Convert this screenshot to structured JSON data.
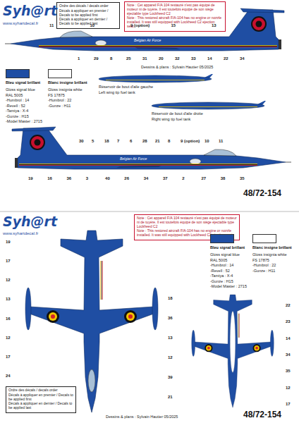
{
  "diagram": {
    "nodes": [
      {
        "text": [
          "Ordre des décals / decals order",
          "Décals à appliquer en premier / Decals to be applied first",
          "Décals à appliquer en dernier / Decals to be applied last"
        ]
      },
      {
        "text": [
          "Note : Cet appareil F/A 104 restauré n'est pas équipé de moteur ni de tuyère. Il est toutefois équipé de son siège éjectable type Lockheed C2",
          "Note : This restored aircraft F/A-104 has no engine or nozzle installed. It was still equipped with Lockheed C2 ejection seat."
        ]
      },
      {
        "text": [
          "Note : Cet appareil F/A 104 restauré n'est pas équipé de moteur ni de tuyère. Il est toutefois équipé de son siège éjectable type Lockheed C2",
          "Note : This restored aircraft F/A-104 has no engine or nozzle installed. It was still equipped with Lockheed C2 ejection seat."
        ]
      },
      {
        "text": [
          "Ordre des décals / decals order",
          "Décals à appliquer en premier / Decals to be applied first",
          "Décals à appliquer en dernier / Decals to be applied last"
        ]
      }
    ],
    "labels": [
      "www.syhartdecal.fr",
      "Syh@rt",
      "Dessins & plans : Sylvain Hautier 05/2025",
      "Réservoir de bout d'aile gauche",
      "Left wing tip fuel tank",
      "Réservoir de bout d'aile droite",
      "Right wing tip fuel tank",
      "Gloss signal blue",
      "RAL 5005",
      "-Humbrol : 14",
      "-Revell : 52",
      "-Tamiya : X-4",
      "-Gunze : H15",
      "-Model Master : 2715",
      "Gloss insignia white",
      "FS 17875",
      "-Humbrol : 22",
      "-Gunze : H11",
      "48/72-154",
      "Belgian Air Force",
      "Belgian Air Force",
      "11",
      "10",
      "9 (option)",
      "15",
      "13",
      "1",
      "29",
      "8",
      "25",
      "31",
      "20",
      "32",
      "33",
      "14",
      "22",
      "34",
      "30",
      "5",
      "18",
      "7",
      "6",
      "28",
      "21",
      "8",
      "9 (option)",
      "10",
      "11",
      "19",
      "16",
      "36",
      "3",
      "40",
      "26",
      "34",
      "37",
      "2",
      "27",
      "38",
      "35",
      "www.syhartdecal.fr",
      "Syh@rt",
      "Dessins & plans : Sylvain Hautier 05/2025",
      "48/72-154",
      "Gloss signal blue",
      "RAL 5005",
      "-Humbrol : 14",
      "-Revell : 52",
      "-Tamiya : X-4",
      "-Gunze : H15",
      "-Model Master : 2715",
      "Gloss insignia white",
      "FS 17875",
      "-Humbrol : 22",
      "-Gunze : H11",
      "19",
      "17",
      "12",
      "13",
      "16",
      "12",
      "17",
      "24",
      "18",
      "36",
      "13",
      "12",
      "39",
      "21",
      "22",
      "23",
      "14",
      "34",
      "35",
      "12",
      "17"
    ],
    "legend": [
      {
        "text": "Bleu signal brillant",
        "color": "#1f4ea3"
      },
      {
        "text": "Blanc insigne brillant",
        "color": "#ffffff"
      },
      {
        "text": "Bleu signal brillant",
        "color": "#1f4ea3"
      },
      {
        "text": "Blanc insigne brillant",
        "color": "#ffffff"
      }
    ]
  }
}
